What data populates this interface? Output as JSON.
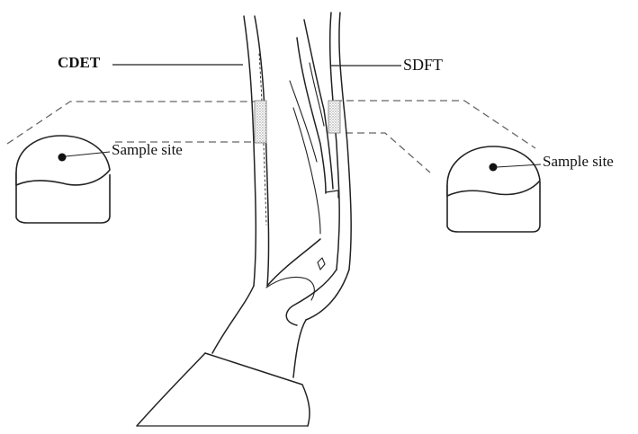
{
  "labels": {
    "cdet": "CDET",
    "sdft": "SDFT",
    "sample_site_left": "Sample site",
    "sample_site_right": "Sample site"
  },
  "colors": {
    "ink": "#111111",
    "dashed": "#666666",
    "stipple": "#999999",
    "background": "#ffffff"
  }
}
